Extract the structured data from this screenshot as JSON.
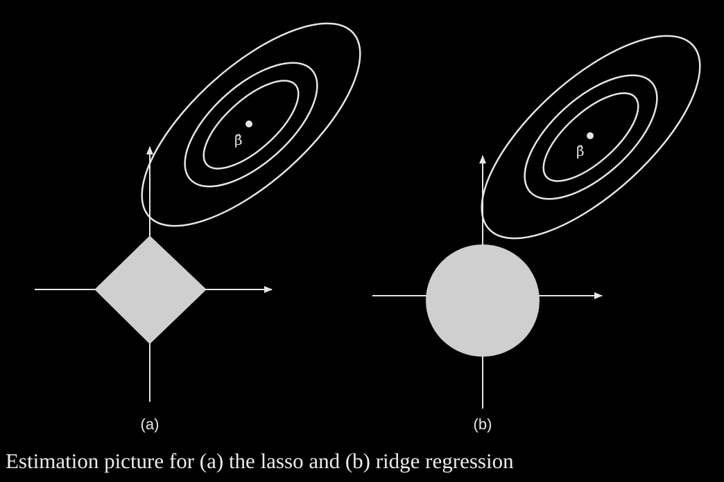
{
  "figure": {
    "caption": "Estimation picture for (a) the lasso and (b) ridge regression",
    "colors": {
      "background": "#000000",
      "line": "#e6e6e6",
      "constraint_fill": "#cfcfcf"
    },
    "panels": [
      {
        "id": "a",
        "label": "(a)",
        "constraint_shape": "diamond",
        "estimate_label": "β̂"
      },
      {
        "id": "b",
        "label": "(b)",
        "constraint_shape": "circle",
        "estimate_label": "β̂"
      }
    ]
  }
}
